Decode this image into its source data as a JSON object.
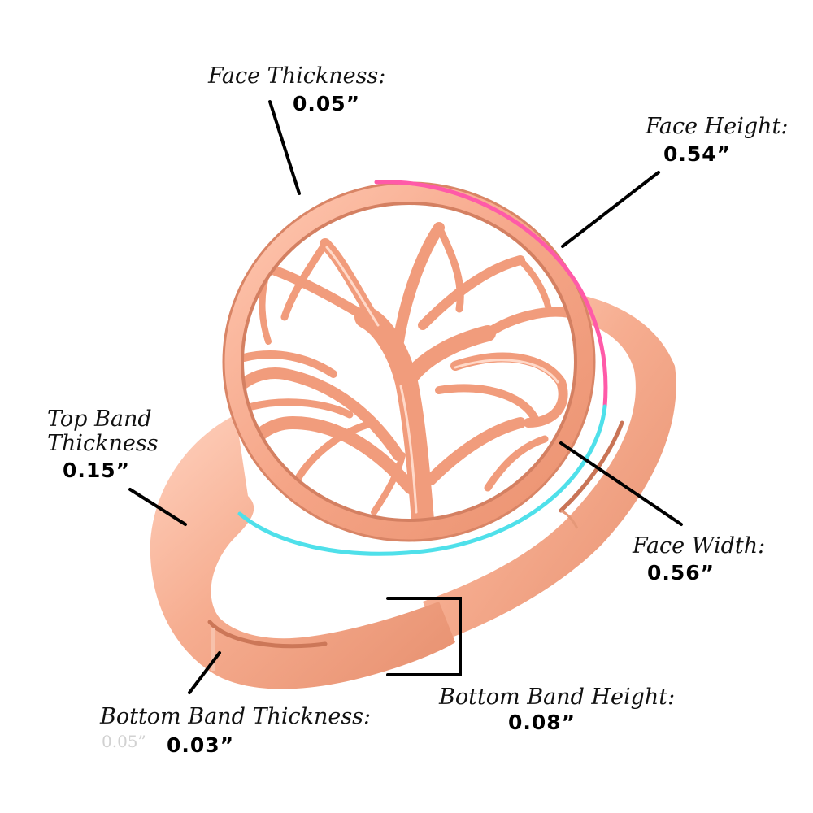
{
  "annotations": {
    "face_thickness": {
      "label": "Face Thickness:",
      "value": "0.05”"
    },
    "face_height": {
      "label": "Face Height:",
      "value": "0.54”"
    },
    "top_band_thickness": {
      "label_line1": "Top Band",
      "label_line2": "Thickness",
      "value": "0.15”"
    },
    "face_width": {
      "label": "Face Width:",
      "value": "0.56”"
    },
    "bottom_band_height": {
      "label": "Bottom Band Height:",
      "value": "0.08”"
    },
    "bottom_band_thickness": {
      "label": "Bottom Band Thickness:",
      "value": "0.03”",
      "ghost_text": "0.05”"
    }
  },
  "colors": {
    "metal": "#f4a98c",
    "metal_shadow": "#d97f60",
    "metal_highlight": "#ffd8c8",
    "face_height_arc": "#ff5aa8",
    "face_width_arc": "#4fe0ea",
    "leader_lines": "#000000"
  }
}
